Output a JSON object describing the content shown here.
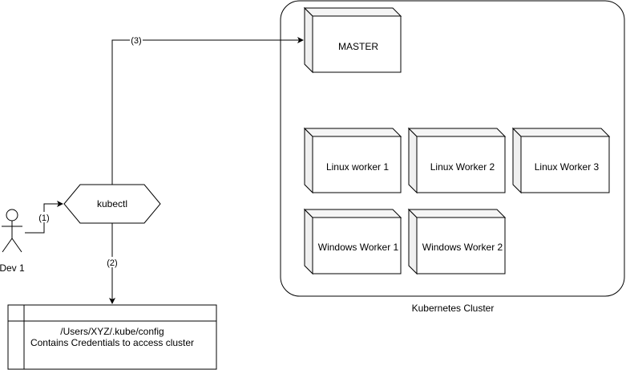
{
  "actor": {
    "label": "Dev 1"
  },
  "kubectl": {
    "label": "kubectl"
  },
  "edges": {
    "step1": "(1)",
    "step2": "(2)",
    "step3": "(3)"
  },
  "config_file": {
    "path": "/Users/XYZ/.kube/config",
    "description": "Contains Credentials to access cluster"
  },
  "cluster": {
    "label": "Kubernetes Cluster",
    "master": "MASTER",
    "nodes": [
      "Linux worker 1",
      "Linux Worker 2",
      "Linux Worker 3",
      "Windows Worker 1",
      "Windows Worker 2"
    ]
  },
  "colors": {
    "stroke": "#000000",
    "cube_side": "#f0f0f0",
    "cube_top": "#f5f5f5",
    "fill": "#ffffff"
  }
}
